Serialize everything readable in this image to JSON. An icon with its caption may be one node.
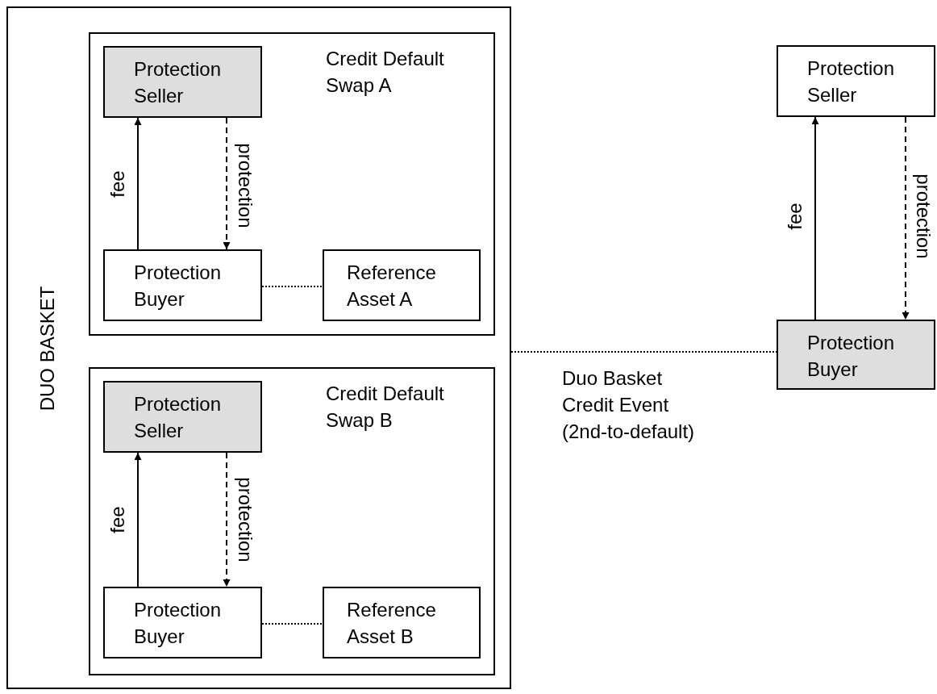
{
  "diagram": {
    "nodes": [
      {
        "text": [
          "DUO BASKET"
        ]
      },
      {
        "text": [
          "Credit Default Swap A"
        ],
        "in": 0
      },
      {
        "text": [
          "Protection Seller"
        ],
        "in": 1
      },
      {
        "text": [
          "Protection Buyer"
        ],
        "in": 1
      },
      {
        "text": [
          "Reference Asset A"
        ],
        "in": 1
      },
      {
        "text": [
          "Credit Default Swap B"
        ],
        "in": 0
      },
      {
        "text": [
          "Protection Seller"
        ],
        "in": 5
      },
      {
        "text": [
          "Protection Buyer"
        ],
        "in": 5
      },
      {
        "text": [
          "Reference Asset B"
        ],
        "in": 5
      },
      {
        "text": [
          "Protection Seller"
        ]
      },
      {
        "text": [
          "Protection Buyer"
        ]
      }
    ],
    "edges": [
      {
        "from": 3,
        "to": 2,
        "arrow": "to",
        "label": "fee"
      },
      {
        "from": 2,
        "to": 3,
        "arrow": "to",
        "label": "protection",
        "style": "dashed"
      },
      {
        "from": 3,
        "to": 4,
        "arrow": "none",
        "style": "dashed"
      },
      {
        "from": 7,
        "to": 6,
        "arrow": "to",
        "label": "fee"
      },
      {
        "from": 6,
        "to": 7,
        "arrow": "to",
        "label": "protection",
        "style": "dashed"
      },
      {
        "from": 7,
        "to": 8,
        "arrow": "none",
        "style": "dashed"
      },
      {
        "from": 10,
        "to": 9,
        "arrow": "to",
        "label": "fee"
      },
      {
        "from": 9,
        "to": 10,
        "arrow": "to",
        "label": "protection",
        "style": "dashed"
      },
      {
        "from": 0,
        "to": 10,
        "arrow": "none",
        "style": "dashed",
        "label": "Duo Basket Credit Event (2nd-to-default)"
      }
    ]
  }
}
